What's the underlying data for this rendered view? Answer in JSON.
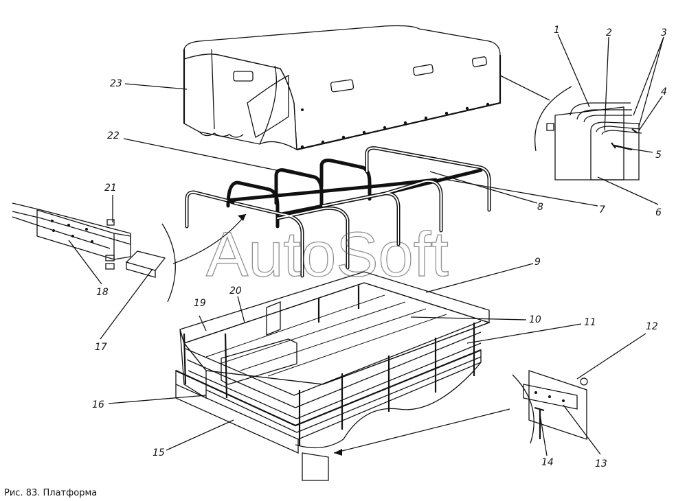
{
  "caption": "Рис. 83. Платформа",
  "watermark": "AutoSoft",
  "labels": [
    "1",
    "2",
    "3",
    "4",
    "5",
    "6",
    "7",
    "8",
    "9",
    "10",
    "11",
    "12",
    "13",
    "14",
    "15",
    "16",
    "17",
    "18",
    "19",
    "20",
    "21",
    "22",
    "23"
  ]
}
